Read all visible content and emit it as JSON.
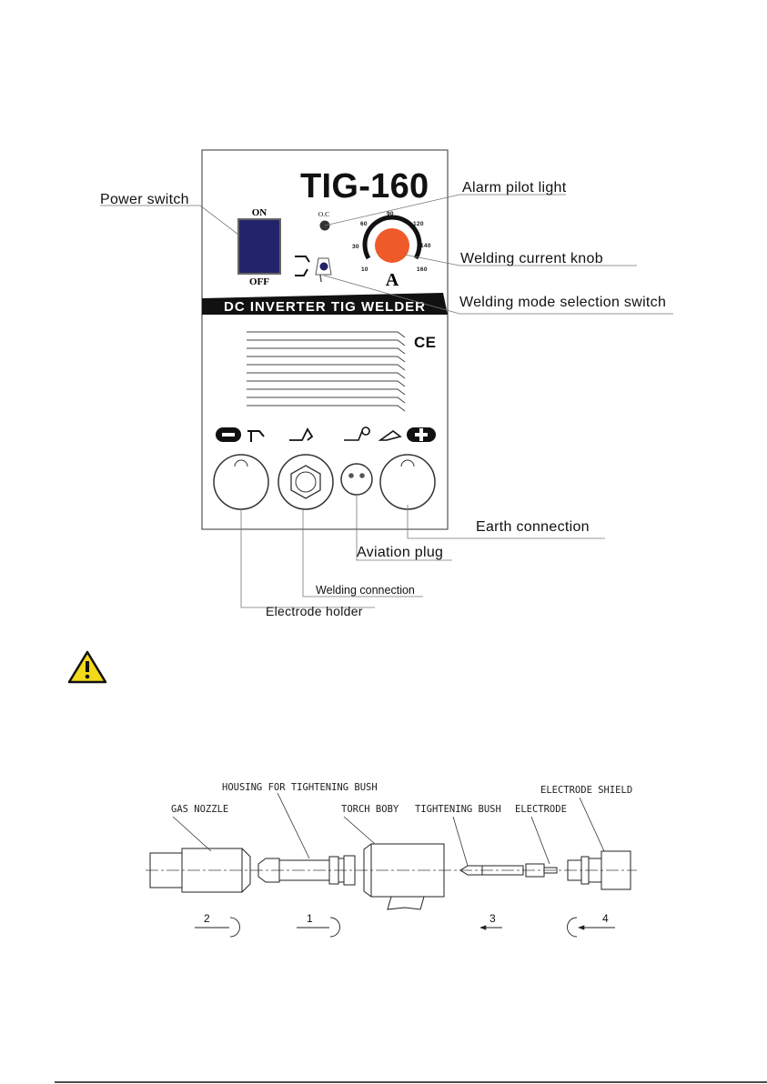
{
  "panel": {
    "model": "TIG-160",
    "banner": "DC INVERTER TIG WELDER",
    "switch_on": "ON",
    "switch_off": "OFF",
    "alarm_tag": "O.C",
    "ce_mark": "CE",
    "amp_symbol": "A",
    "dial_scale": [
      "10",
      "30",
      "60",
      "90",
      "120",
      "140",
      "160"
    ]
  },
  "callouts": {
    "power_switch": "Power switch",
    "alarm_pilot_light": "Alarm pilot light",
    "welding_current_knob": "Welding current knob",
    "welding_mode_switch": "Welding mode selection switch",
    "earth_connection": "Earth connection",
    "aviation_plug": "Aviation plug",
    "welding_connection": "Welding connection",
    "electrode_holder": "Electrode  holder"
  },
  "torch": {
    "gas_nozzle": "GAS NOZZLE",
    "housing": "HOUSING FOR TIGHTENING BUSH",
    "torch_body": "TORCH BOBY",
    "tightening_bush": "TIGHTENING BUSH",
    "electrode": "ELECTRODE",
    "electrode_shield": "ELECTRODE SHIELD",
    "steps": [
      "2",
      "1",
      "3",
      "4"
    ]
  },
  "colors": {
    "switch_blue": "#23236b",
    "knob_orange": "#ee5a2a",
    "warning_yellow": "#f2d91a",
    "banner_black": "#111111"
  }
}
